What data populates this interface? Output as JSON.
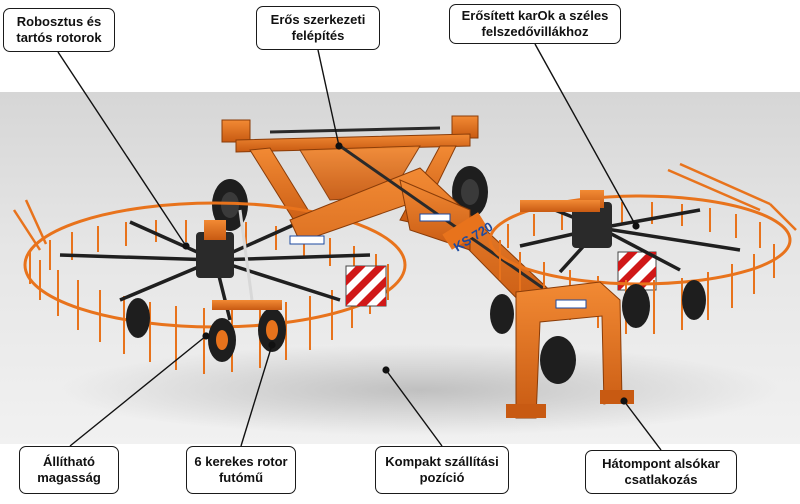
{
  "callouts": {
    "robust_rotors": "Robosztus és\ntartós rotorok",
    "strong_structure": "Erős szerkezeti\nfelépítés",
    "reinforced_arms": "Erősített karOk a széles\nfelszedővillákhoz",
    "adjustable_height": "Állítható\nmagasság",
    "six_wheel_chassis": "6 kerekes rotor\nfutómű",
    "compact_transport": "Kompakt szállítási\npozíció",
    "three_point_hitch": "Hátompont  alsókar\ncsatlakozás"
  },
  "machine": {
    "model_badge": "KS 720",
    "body_color": "#e8731c",
    "background_color": "#e4e4e4"
  }
}
